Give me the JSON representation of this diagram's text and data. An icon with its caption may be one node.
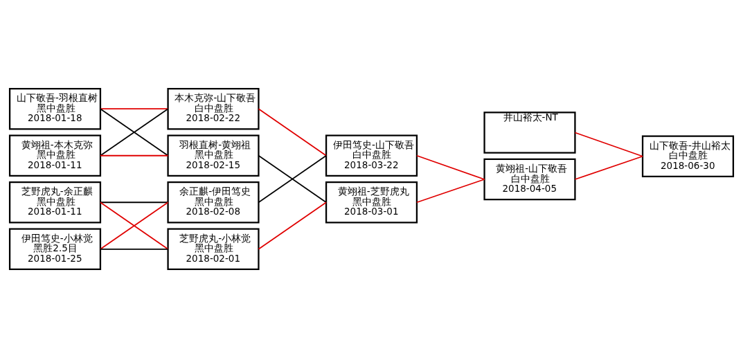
{
  "diagram": {
    "nodes": [
      {
        "text": [
          "山下敬吾-羽根直树",
          "黑中盘胜",
          "2018-01-18"
        ]
      },
      {
        "text": [
          "黄翊祖-本木克弥",
          "黑中盘胜",
          "2018-01-11"
        ]
      },
      {
        "text": [
          "芝野虎丸-余正麒",
          "黑中盘胜",
          "2018-01-11"
        ]
      },
      {
        "text": [
          "伊田笃史-小林觉",
          "黑胜2.5目",
          "2018-01-25"
        ]
      },
      {
        "text": [
          "本木克弥-山下敬吾",
          "白中盘胜",
          "2018-02-22"
        ]
      },
      {
        "text": [
          "余正麒-伊田笃史",
          "黑中盘胜",
          "2018-02-08"
        ]
      },
      {
        "text": [
          "羽根直树-黄翊祖",
          "黑中盘胜",
          "2018-02-15"
        ]
      },
      {
        "text": [
          "芝野虎丸-小林觉",
          "黑中盘胜",
          "2018-02-01"
        ]
      },
      {
        "text": [
          "伊田笃史-山下敬吾",
          "白中盘胜",
          "2018-03-22"
        ]
      },
      {
        "text": [
          "黄翊祖-芝野虎丸",
          "黑中盘胜",
          "2018-03-01"
        ]
      },
      {
        "text": [
          "井山裕太-NT"
        ]
      },
      {
        "text": [
          "黄翊祖-山下敬吾",
          "白中盘胜",
          "2018-04-05"
        ]
      },
      {
        "text": [
          "山下敬吾-井山裕太",
          "白中盘胜",
          "2018-06-30"
        ]
      }
    ],
    "edges": [
      {
        "from": 0,
        "to": 4,
        "arrow": "none"
      },
      {
        "from": 0,
        "to": 6,
        "arrow": "none",
        "color": "#000000"
      },
      {
        "from": 1,
        "to": 4,
        "arrow": "none",
        "color": "#000000"
      },
      {
        "from": 1,
        "to": 6,
        "arrow": "none"
      },
      {
        "from": 2,
        "to": 5,
        "arrow": "none",
        "color": "#000000"
      },
      {
        "from": 2,
        "to": 7,
        "arrow": "none"
      },
      {
        "from": 3,
        "to": 5,
        "arrow": "none"
      },
      {
        "from": 3,
        "to": 7,
        "arrow": "none",
        "color": "#000000"
      },
      {
        "from": 4,
        "to": 8,
        "arrow": "none"
      },
      {
        "from": 5,
        "to": 8,
        "arrow": "none",
        "color": "#000000"
      },
      {
        "from": 6,
        "to": 9,
        "arrow": "none",
        "color": "#000000"
      },
      {
        "from": 7,
        "to": 9,
        "arrow": "none"
      },
      {
        "from": 8,
        "to": 11,
        "arrow": "none"
      },
      {
        "from": 9,
        "to": 11,
        "arrow": "none"
      },
      {
        "from": 10,
        "to": 12,
        "arrow": "none"
      },
      {
        "from": 11,
        "to": 12,
        "arrow": "none"
      }
    ]
  }
}
